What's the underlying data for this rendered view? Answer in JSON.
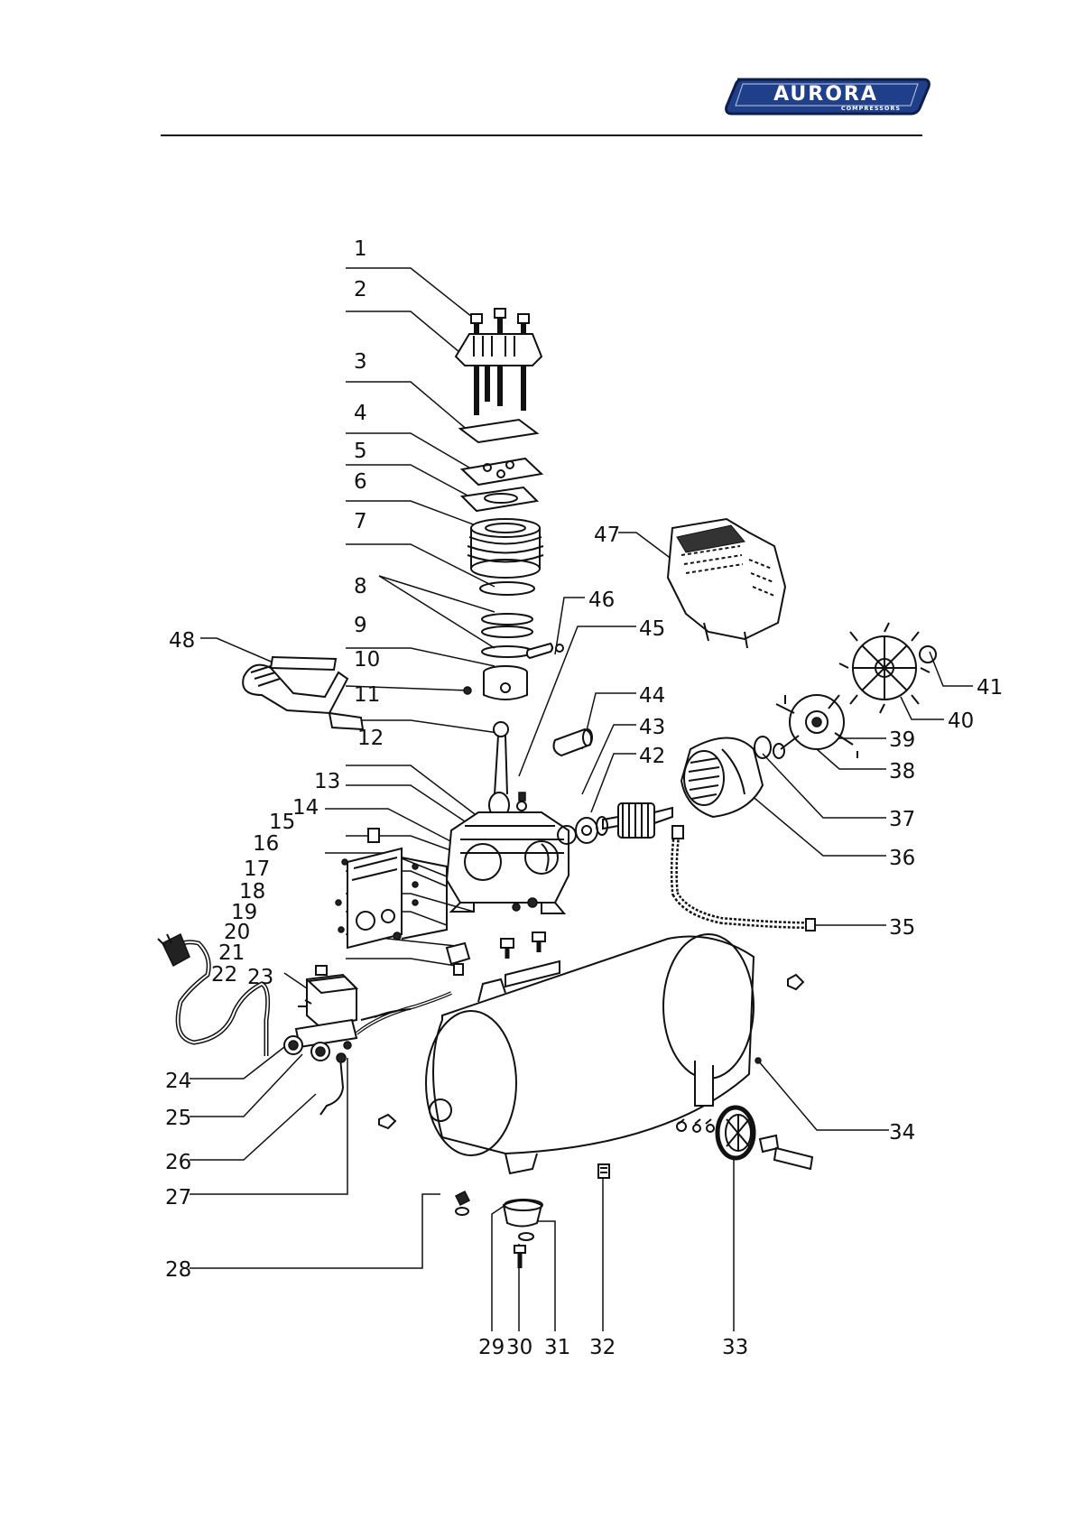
{
  "header": {
    "brand": "AURORA",
    "brand_sub": "COMPRESSORS",
    "brand_colors": {
      "fill": "#1f3f8a",
      "border": "#0e1e4a",
      "text": "#ffffff"
    }
  },
  "diagram": {
    "kind": "exploded-parts-view",
    "labels": [
      "1",
      "2",
      "3",
      "4",
      "5",
      "6",
      "7",
      "8",
      "9",
      "10",
      "11",
      "12",
      "13",
      "14",
      "15",
      "16",
      "17",
      "18",
      "19",
      "20",
      "21",
      "22",
      "23",
      "24",
      "25",
      "26",
      "27",
      "28",
      "29",
      "30",
      "31",
      "32",
      "33",
      "34",
      "35",
      "36",
      "37",
      "38",
      "39",
      "40",
      "41",
      "42",
      "43",
      "44",
      "45",
      "46",
      "47",
      "48"
    ]
  }
}
